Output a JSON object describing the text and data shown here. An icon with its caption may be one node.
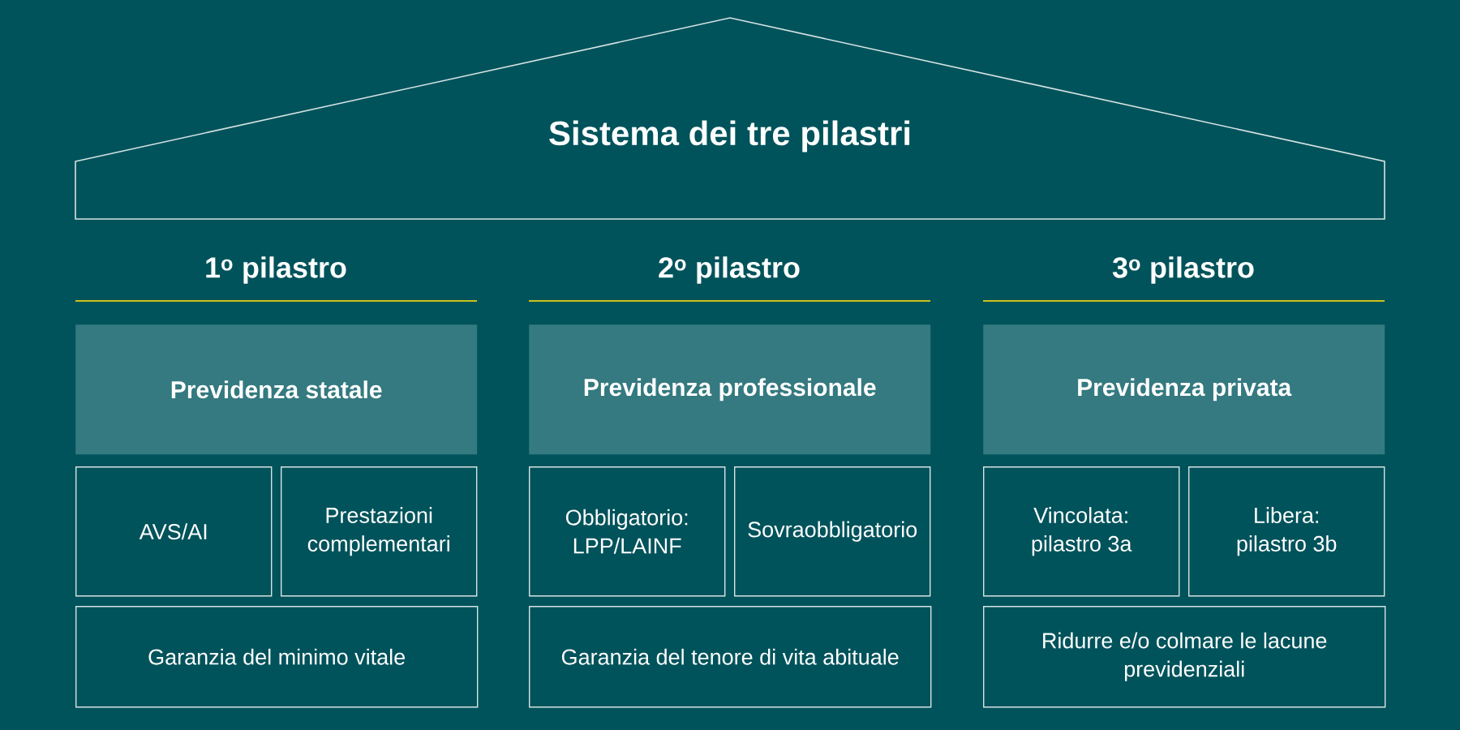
{
  "diagram": {
    "title": "Sistema dei tre pilastri",
    "nodes": [
      {
        "text": [
          "Previdenza statale"
        ]
      },
      {
        "text": [
          "AVS/AI"
        ]
      },
      {
        "text": [
          "Prestazioni complementari"
        ]
      },
      {
        "text": [
          "Garanzia del minimo vitale"
        ]
      },
      {
        "text": [
          "Previdenza professionale"
        ]
      },
      {
        "text": [
          "Obbligatorio: LPP/LAINF"
        ]
      },
      {
        "text": [
          "Sovraobbligatorio"
        ]
      },
      {
        "text": [
          "Garanzia del tenore di vita abituale"
        ]
      },
      {
        "text": [
          "Previdenza privata"
        ]
      },
      {
        "text": [
          "Vincolata: pilastro 3a"
        ]
      },
      {
        "text": [
          "Libera: pilastro 3b"
        ]
      },
      {
        "text": [
          "Ridurre e/o colmare le lacune previdenziali"
        ]
      }
    ],
    "edges": [],
    "labels": [
      "1$^{o}$ pilastro",
      "2$^{o}$ pilastro",
      "3$^{o}$ pilastro"
    ]
  }
}
